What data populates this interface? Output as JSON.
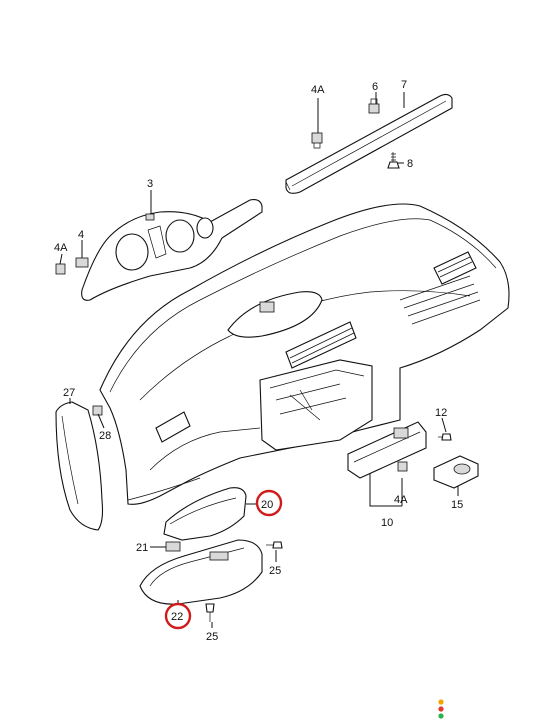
{
  "callouts": {
    "c4A_top": "4A",
    "c6": "6",
    "c7": "7",
    "c8": "8",
    "c3": "3",
    "c4A_left": "4A",
    "c4": "4",
    "c27": "27",
    "c28": "28",
    "c12": "12",
    "c10": "10",
    "c4A_bottom": "4A",
    "c15": "15",
    "c20": "20",
    "c21": "21",
    "c25_right": "25",
    "c22": "22",
    "c25_bottom": "25"
  },
  "highlight_color": "#d11a1a",
  "indicator_dots": [
    "#f4a300",
    "#e23b2e",
    "#2bb24c"
  ]
}
